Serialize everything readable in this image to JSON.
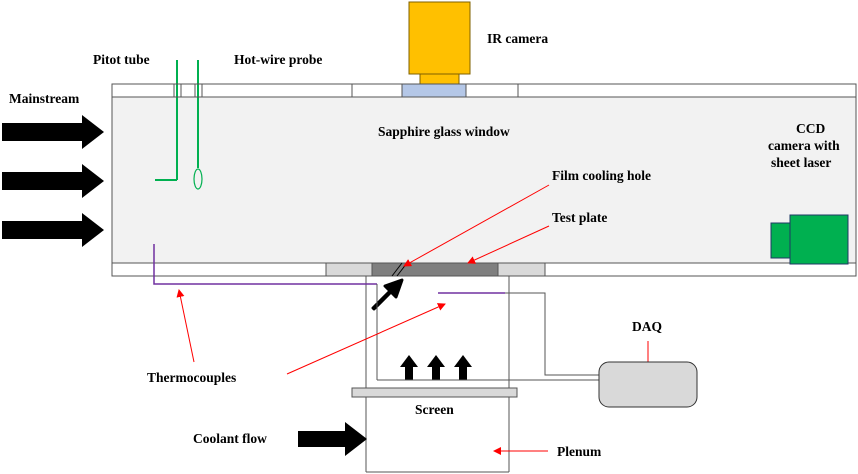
{
  "labels": {
    "ir_camera": "IR camera",
    "pitot_tube": "Pitot tube",
    "hot_wire_probe": "Hot-wire probe",
    "mainstream": "Mainstream",
    "sapphire_window": "Sapphire glass window",
    "ccd_line1": "CCD",
    "ccd_line2": "camera with",
    "ccd_line3": "sheet laser",
    "film_cooling_hole": "Film cooling hole",
    "test_plate": "Test plate",
    "daq": "DAQ",
    "thermocouples": "Thermocouples",
    "screen": "Screen",
    "coolant_flow": "Coolant flow",
    "plenum": "Plenum"
  },
  "colors": {
    "ir_camera": "#FFC000",
    "ir_window": "#B4C7E7",
    "ccd_camera": "#00B050",
    "probe": "#00B050",
    "thermocouple": "#7030A0",
    "annotation_arrow": "#FF0000",
    "channel_fill": "#F2F2F2",
    "plate_dark": "#7F7F7F",
    "plate_light": "#D9D9D9",
    "daq_fill": "#D9D9D9"
  }
}
